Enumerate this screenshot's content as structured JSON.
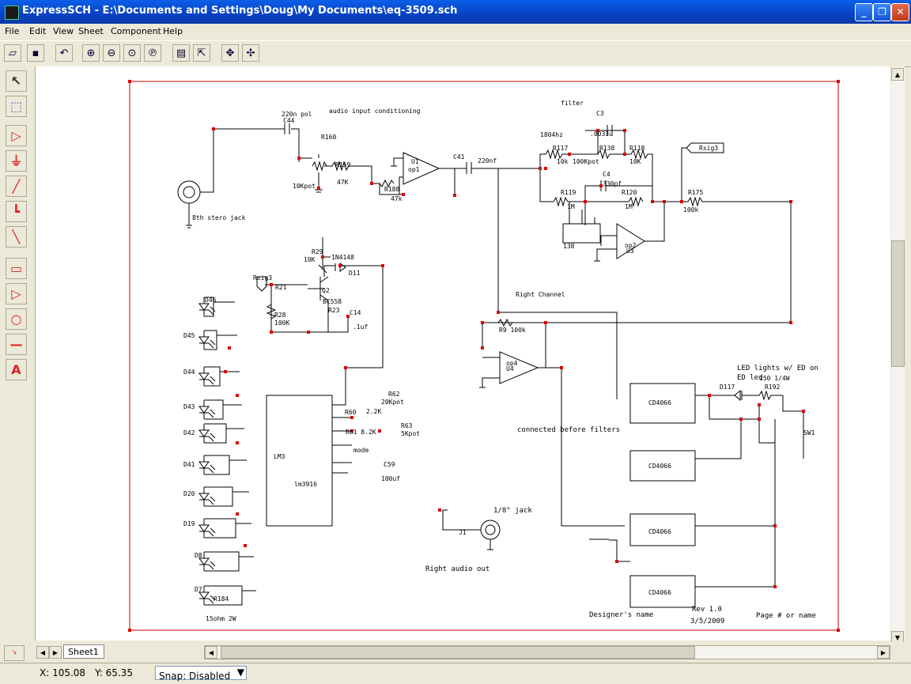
{
  "window": {
    "title": "ExpressSCH - E:\\Documents and Settings\\Doug\\My Documents\\eq-3509.sch"
  },
  "menu": [
    "File",
    "Edit",
    "View",
    "Sheet",
    "Component",
    "Help"
  ],
  "toolbar_icons": [
    "open-icon",
    "save-icon",
    "undo-icon",
    "zoom-in-icon",
    "zoom-out-icon",
    "zoom-fit-icon",
    "zoom-previous-icon",
    "properties-icon",
    "export-icon",
    "pan-icon",
    "center-icon"
  ],
  "left_tools": [
    "select-icon",
    "zoom-area-icon",
    "component-icon",
    "ground-icon",
    "wire-icon",
    "bus-icon",
    "line-icon",
    "part-icon",
    "buffer-icon",
    "circle-icon",
    "pin-icon",
    "text-icon"
  ],
  "tabs": {
    "sheet1": "Sheet1"
  },
  "status": {
    "x": "X: 105.08",
    "y": "Y: 65.35",
    "snap": "Snap: Disabled"
  },
  "schematic": {
    "labels": [
      {
        "id": "audio-input-label",
        "text": "audio input conditioning"
      },
      {
        "id": "cap-220n-pol",
        "text": "220n pol"
      },
      {
        "id": "c44",
        "text": "C44"
      },
      {
        "id": "r160",
        "text": "R160"
      },
      {
        "id": "r159",
        "text": "R159"
      },
      {
        "id": "r159v",
        "text": "47K"
      },
      {
        "id": "pot10k",
        "text": "10Kpot"
      },
      {
        "id": "r188",
        "text": "R188"
      },
      {
        "id": "r188v",
        "text": "47k"
      },
      {
        "id": "u1",
        "text": "U1"
      },
      {
        "id": "op1",
        "text": "op1"
      },
      {
        "id": "c41",
        "text": "C41"
      },
      {
        "id": "c41v",
        "text": "220nf"
      },
      {
        "id": "jack-label",
        "text": "8th stero jack"
      },
      {
        "id": "filter",
        "text": "filter"
      },
      {
        "id": "c3",
        "text": "C3"
      },
      {
        "id": "c3v",
        "text": ".0033u"
      },
      {
        "id": "freq",
        "text": "1804hz"
      },
      {
        "id": "r117",
        "text": "R117"
      },
      {
        "id": "r117v",
        "text": "10k"
      },
      {
        "id": "r138",
        "text": "R138"
      },
      {
        "id": "r138v",
        "text": "100Kpot"
      },
      {
        "id": "r118",
        "text": "R118"
      },
      {
        "id": "r118v",
        "text": "10K"
      },
      {
        "id": "c4",
        "text": "C4"
      },
      {
        "id": "c4v",
        "text": "330pf"
      },
      {
        "id": "r119",
        "text": "R119"
      },
      {
        "id": "r119v",
        "text": "1M"
      },
      {
        "id": "r120",
        "text": "R120"
      },
      {
        "id": "r120v",
        "text": "1M"
      },
      {
        "id": "r175",
        "text": "R175"
      },
      {
        "id": "r175v",
        "text": "100k"
      },
      {
        "id": "rsig3",
        "text": "Rsig3"
      },
      {
        "id": "op2",
        "text": "op2"
      },
      {
        "id": "u3",
        "text": "U3"
      },
      {
        "id": "n138",
        "text": "138"
      },
      {
        "id": "r29",
        "text": "R29"
      },
      {
        "id": "r29v",
        "text": "10K"
      },
      {
        "id": "d1n",
        "text": "1N4148"
      },
      {
        "id": "d11",
        "text": "D11"
      },
      {
        "id": "rsig3b",
        "text": "Rsig3"
      },
      {
        "id": "r21",
        "text": "R21"
      },
      {
        "id": "q2",
        "text": "Q2"
      },
      {
        "id": "bc558",
        "text": "BC558"
      },
      {
        "id": "r28",
        "text": "R28"
      },
      {
        "id": "r28v",
        "text": "100K"
      },
      {
        "id": "c14",
        "text": "C14"
      },
      {
        "id": "c14v",
        "text": ".1uf"
      },
      {
        "id": "r23",
        "text": "R23"
      },
      {
        "id": "right-channel",
        "text": "Right Channel"
      },
      {
        "id": "r9",
        "text": "R9 100k"
      },
      {
        "id": "op4",
        "text": "op4"
      },
      {
        "id": "u4",
        "text": "U4"
      },
      {
        "id": "lm",
        "text": "LM3"
      },
      {
        "id": "lm3916",
        "text": "lm3916"
      },
      {
        "id": "r62",
        "text": "R62"
      },
      {
        "id": "r62v",
        "text": "20Kpot"
      },
      {
        "id": "r60",
        "text": "R60"
      },
      {
        "id": "r60v",
        "text": "2.2K"
      },
      {
        "id": "r61",
        "text": "R61 8.2K"
      },
      {
        "id": "r63",
        "text": "R63"
      },
      {
        "id": "r63v",
        "text": "5Kpot"
      },
      {
        "id": "c59",
        "text": "C59"
      },
      {
        "id": "c59v",
        "text": "100uf"
      },
      {
        "id": "mode",
        "text": "mode"
      },
      {
        "id": "d46",
        "text": "D46"
      },
      {
        "id": "d45",
        "text": "D45"
      },
      {
        "id": "d44",
        "text": "D44"
      },
      {
        "id": "d43",
        "text": "D43"
      },
      {
        "id": "d42",
        "text": "D42"
      },
      {
        "id": "d41",
        "text": "D41"
      },
      {
        "id": "d20",
        "text": "D20"
      },
      {
        "id": "d19",
        "text": "D19"
      },
      {
        "id": "d8",
        "text": "D8"
      },
      {
        "id": "d7",
        "text": "D7"
      },
      {
        "id": "r184",
        "text": "R184"
      },
      {
        "id": "r184v",
        "text": "15ohm 2W"
      },
      {
        "id": "led-lights",
        "text": "LED lights w/ ED on"
      },
      {
        "id": "ed-led",
        "text": "ED led"
      },
      {
        "id": "r192v",
        "text": "150 1/4W"
      },
      {
        "id": "d117",
        "text": "D117"
      },
      {
        "id": "r192",
        "text": "R192"
      },
      {
        "id": "sw1",
        "text": "SW1"
      },
      {
        "id": "cd1",
        "text": "CD4066"
      },
      {
        "id": "cd2",
        "text": "CD4066"
      },
      {
        "id": "cd3",
        "text": "CD4066"
      },
      {
        "id": "cd4",
        "text": "CD4066"
      },
      {
        "id": "connected",
        "text": "connected before filters"
      },
      {
        "id": "jack18",
        "text": "1/8\" jack"
      },
      {
        "id": "j1",
        "text": "J1"
      },
      {
        "id": "right-out",
        "text": "Right audio out"
      },
      {
        "id": "designer",
        "text": "Designer's name"
      },
      {
        "id": "rev",
        "text": "Rev 1.0"
      },
      {
        "id": "date",
        "text": "3/5/2009"
      },
      {
        "id": "page",
        "text": "Page # or name"
      }
    ]
  }
}
